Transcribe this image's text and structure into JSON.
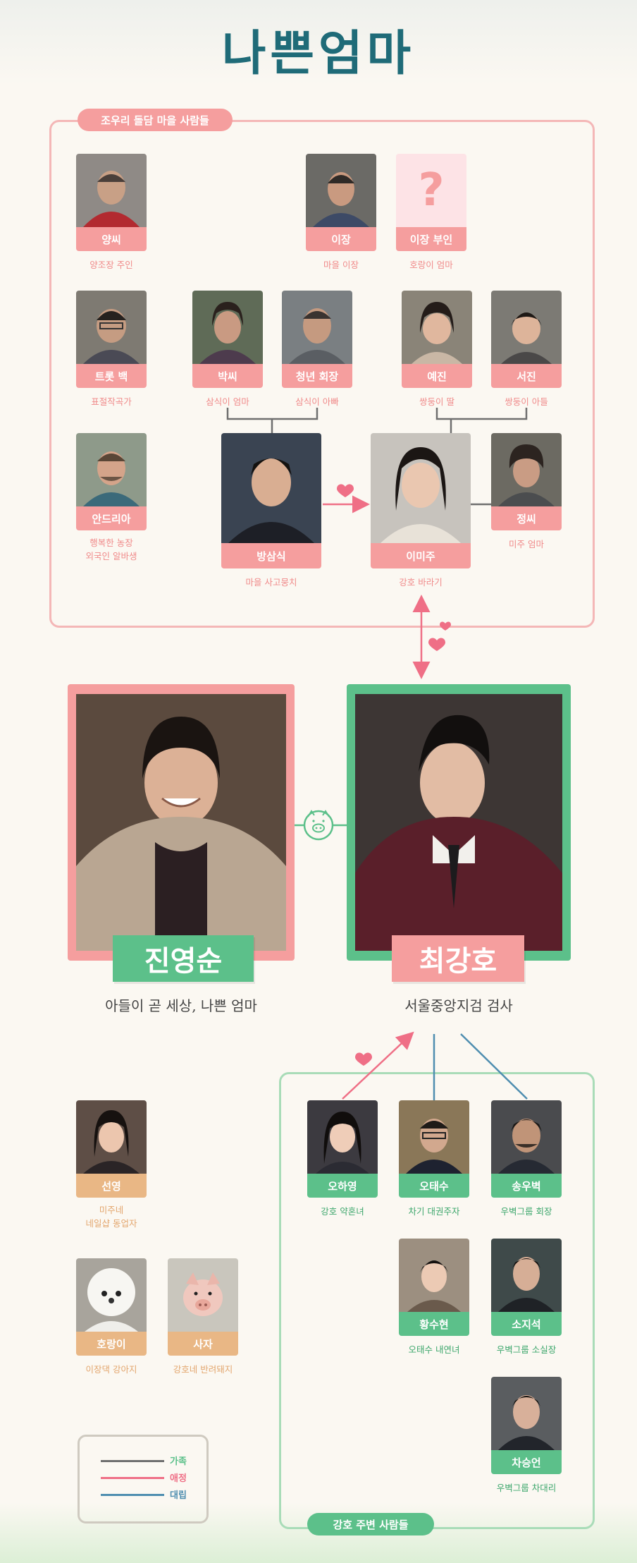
{
  "title": "나쁜엄마",
  "groups": {
    "village": "조우리 돌담 마을 사람들",
    "kangho": "강호 주변 사람들"
  },
  "colors": {
    "pink": "#f59e9e",
    "green": "#5cc08a",
    "orange": "#e9b785",
    "family": "#6f6f6f",
    "affection": "#ef6f86",
    "conflict": "#4f8eb0"
  },
  "characters": {
    "yangssi": {
      "name": "양씨",
      "desc": "양조장 주인"
    },
    "ijang": {
      "name": "이장",
      "desc": "마을 이장"
    },
    "ijang_wife": {
      "name": "이장 부인",
      "desc": "호랑이 엄마",
      "mark": "?"
    },
    "trot_baek": {
      "name": "트롯 백",
      "desc": "표절작곡가"
    },
    "parkssi": {
      "name": "박씨",
      "desc": "삼식이 엄마"
    },
    "youth_chair": {
      "name": "청년 회장",
      "desc": "삼식이 아빠"
    },
    "yejin": {
      "name": "예진",
      "desc": "쌍둥이 딸"
    },
    "seojin": {
      "name": "서진",
      "desc": "쌍둥이 아들"
    },
    "andria": {
      "name": "안드리아",
      "desc": "행복한 농장\n외국인 알바생"
    },
    "samsik": {
      "name": "방삼식",
      "desc": "마을 사고뭉치"
    },
    "miju": {
      "name": "이미주",
      "desc": "강호 바라기"
    },
    "jeongssi": {
      "name": "정씨",
      "desc": "미주 엄마"
    },
    "youngsoon": {
      "name": "진영순",
      "desc": "아들이 곧 세상, 나쁜 엄마"
    },
    "kangho": {
      "name": "최강호",
      "desc": "서울중앙지검 검사"
    },
    "seonyoung": {
      "name": "선영",
      "desc": "미주네\n네일샵 동업자"
    },
    "horangi": {
      "name": "호랑이",
      "desc": "이장댁 강아지"
    },
    "saja": {
      "name": "사자",
      "desc": "강호네 반려돼지"
    },
    "ohhayoung": {
      "name": "오하영",
      "desc": "강호 약혼녀"
    },
    "ohtaesu": {
      "name": "오태수",
      "desc": "차기 대권주자"
    },
    "songwoobyeok": {
      "name": "송우벽",
      "desc": "우벽그룹 회장"
    },
    "hwangsuhyun": {
      "name": "황수현",
      "desc": "오태수 내연녀"
    },
    "sojiseok": {
      "name": "소지석",
      "desc": "우벽그룹 소실장"
    },
    "chaseungeon": {
      "name": "차승언",
      "desc": "우벽그룹 차대리"
    }
  },
  "legend": [
    {
      "label": "가족",
      "color": "#6f6f6f"
    },
    {
      "label": "애정",
      "color": "#ef6f86"
    },
    {
      "label": "대립",
      "color": "#4f8eb0"
    }
  ]
}
